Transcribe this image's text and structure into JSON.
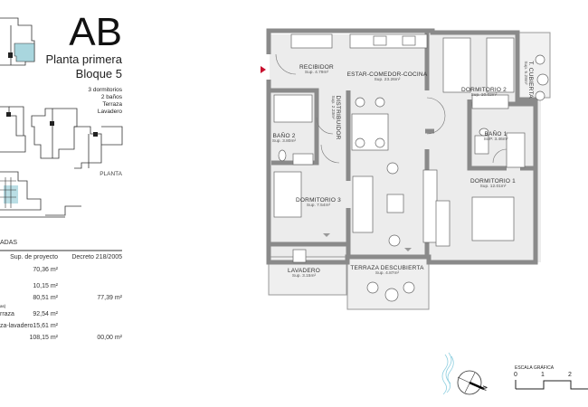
{
  "header": {
    "code": "AB",
    "floor": "Planta primera",
    "block": "Bloque 5",
    "features": [
      "3 dormitorios",
      "2 baños",
      "Terraza",
      "Lavadero"
    ],
    "key_plan_label": "PLANTA"
  },
  "areas_table": {
    "title": "ADAS",
    "col_project": "Sup. de proyecto",
    "col_decree": "Decreto 218/2005",
    "rows": [
      {
        "label": "",
        "project": "70,36 m²",
        "decree": ""
      },
      {
        "label": "",
        "project": "10,15 m²",
        "decree": ""
      },
      {
        "label": "",
        "project": "80,51 m²",
        "decree": "77,39 m²"
      },
      {
        "label": "as)",
        "project": "",
        "decree": ""
      },
      {
        "label": "rraza",
        "project": "92,54 m²",
        "decree": ""
      },
      {
        "label": "za-lavadero",
        "project": "15,61 m²",
        "decree": ""
      },
      {
        "label": "",
        "project": "108,15 m²",
        "decree": "00,00 m²"
      }
    ]
  },
  "rooms": {
    "recibidor": {
      "name": "RECIBIDOR",
      "area": "Sup. 4.79m²"
    },
    "estar": {
      "name": "ESTAR-COMEDOR-COCINA",
      "area": "Sup. 23.26m²"
    },
    "dorm2": {
      "name": "DORMITORIO 2",
      "area": "Sup. 10.02m²"
    },
    "cubierta": {
      "name": "T. CUBIERTA",
      "area": "Sup. 5.28m²"
    },
    "distribuidor": {
      "name": "DISTRIBUIDOR",
      "area": "Sup. 2.23m²"
    },
    "bano2": {
      "name": "BAÑO 2",
      "area": "Sup. 3.80m²"
    },
    "bano1": {
      "name": "BAÑO 1",
      "area": "SUP. 3.46m²"
    },
    "dorm1": {
      "name": "DORMITORIO 1",
      "area": "Sup. 12.01m²"
    },
    "dorm3": {
      "name": "DORMITORIO 3",
      "area": "Sup. 7.54m²"
    },
    "lavadero": {
      "name": "LAVADERO",
      "area": "Sup. 3.15m²"
    },
    "terraza": {
      "name": "TERRAZA DESCUBIERTA",
      "area": "Sup. 4.87m²"
    }
  },
  "scale": {
    "title": "ESCALA GRÁFICA",
    "ticks": [
      "0",
      "1",
      "2"
    ]
  },
  "compass": {
    "label": "N"
  },
  "colors": {
    "wall": "#8a8a8a",
    "floor": "#ededed",
    "highlight": "#a9d6de",
    "entry": "#c8102e"
  }
}
